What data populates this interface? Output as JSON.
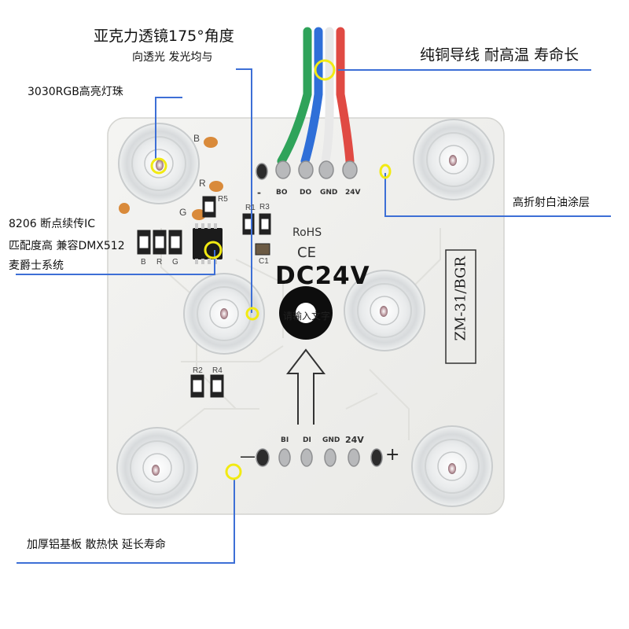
{
  "annotations": {
    "lens": "亚克力透镜175°角度",
    "lens_sub": "向透光 发光均与",
    "wire": "纯铜导线 耐高温 寿命长",
    "led": "3030RGB高亮灯珠",
    "coating": "高折射白油涂层",
    "ic_line1": "8206 断点续传IC",
    "ic_line2": "匹配度高 兼容DMX512",
    "ic_line3": "麦爵士系统",
    "board": "加厚铝基板 散热快 延长寿命"
  },
  "pcb": {
    "rohs": "RoHS",
    "ce": "CE",
    "voltage": "DC24V",
    "model": "ZM-31/BGR",
    "hole_overlay": "请输入文字",
    "top_pads": [
      "BO",
      "DO",
      "GND",
      "24V"
    ],
    "top_minus": "-",
    "bottom_pads": [
      "BI",
      "DI",
      "GND",
      "24V"
    ],
    "bottom_minus": "—",
    "bottom_plus": "+",
    "components": {
      "r5": "R5",
      "r1": "R1",
      "r3": "R3",
      "c1": "C1",
      "r2": "R2",
      "r4": "R4",
      "b_pad": "B",
      "r_pad": "R",
      "g_pad": "G",
      "brg": [
        "B",
        "R",
        "G"
      ]
    }
  },
  "colors": {
    "board": "#f1f1ef",
    "leader_line": "#3d6fd6",
    "marker": "#f2ea12",
    "wire_green": "#2fa35a",
    "wire_blue": "#2f6fd8",
    "wire_white": "#f4f4f4",
    "wire_red": "#e04a43"
  }
}
